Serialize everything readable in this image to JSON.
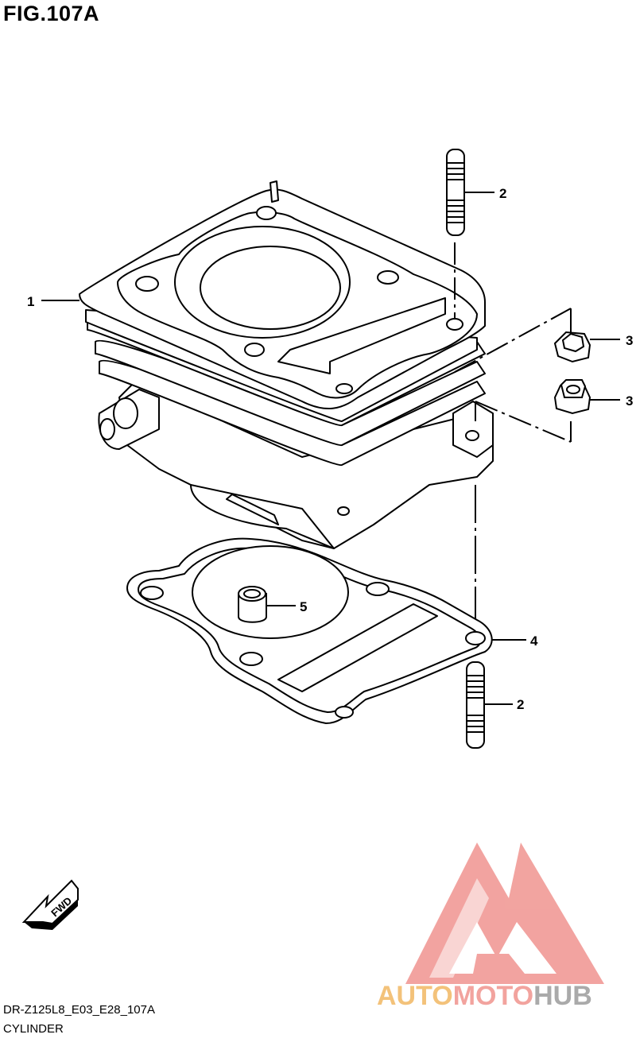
{
  "figure": {
    "title": "FIG.107A",
    "part_code": "DR-Z125L8_E03_E28_107A",
    "part_name": "CYLINDER"
  },
  "callouts": [
    {
      "id": "c1",
      "label": "1"
    },
    {
      "id": "c2a",
      "label": "2"
    },
    {
      "id": "c3a",
      "label": "3"
    },
    {
      "id": "c3b",
      "label": "3"
    },
    {
      "id": "c5",
      "label": "5"
    },
    {
      "id": "c4",
      "label": "4"
    },
    {
      "id": "c2b",
      "label": "2"
    }
  ],
  "direction_badge": {
    "label": "FWD"
  },
  "watermark": {
    "part1": "AUTO",
    "part2": "MOTO",
    "part3": "HUB",
    "colors": {
      "part1": "#f3c27a",
      "part2": "#f2a39e",
      "part3": "#aaaaaa",
      "logo": "#f19a96"
    }
  }
}
